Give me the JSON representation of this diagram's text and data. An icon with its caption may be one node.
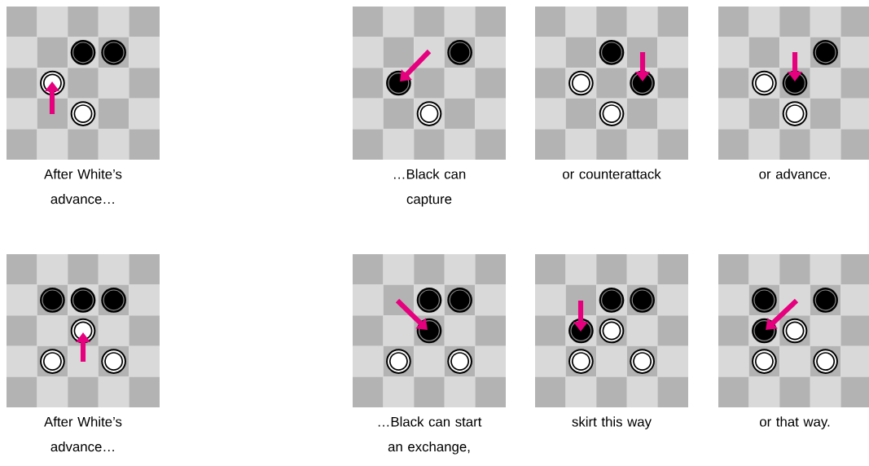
{
  "diagram": {
    "labels": [
      "After White’s advance…",
      "…Black can capture",
      "or counterattack",
      "or advance.",
      "After White’s advance…",
      "…Black can start an exchange,",
      "skirt this way",
      "or that way."
    ]
  }
}
